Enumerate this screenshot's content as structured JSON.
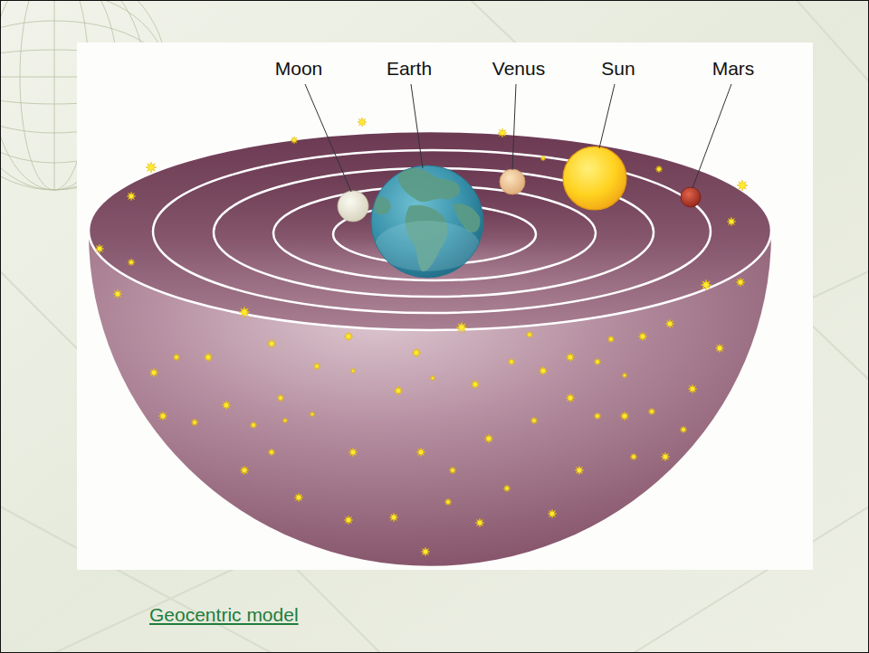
{
  "diagram": {
    "caption": "Geocentric model",
    "labels": [
      "Moon",
      "Earth",
      "Venus",
      "Sun",
      "Mars"
    ]
  }
}
